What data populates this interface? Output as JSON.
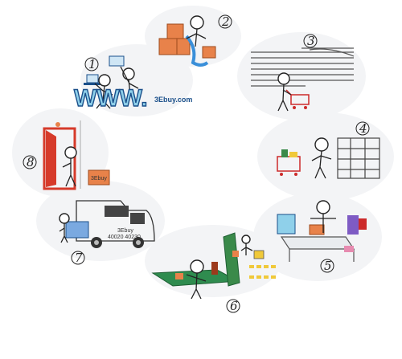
{
  "steps": [
    {
      "number": "1",
      "name": "online order",
      "caption": "WWW.",
      "domain": "3Ebuy.com"
    },
    {
      "number": "2",
      "name": "supplier packing"
    },
    {
      "number": "3",
      "name": "warehouse picking"
    },
    {
      "number": "4",
      "name": "shelving"
    },
    {
      "number": "5",
      "name": "packing station"
    },
    {
      "number": "6",
      "name": "sorting conveyor"
    },
    {
      "number": "7",
      "name": "delivery truck",
      "truck_logo": "3Ebuy",
      "truck_phone": "40020 40230"
    },
    {
      "number": "8",
      "name": "doorstep delivery",
      "box_label": "3Ebuy"
    }
  ],
  "colors": {
    "box_orange": "#e8824a",
    "cart_red": "#cc2a2a",
    "door_red": "#d63a2a",
    "belt_green": "#2f8c4f",
    "conveyor_green": "#3a8a4a",
    "sky_blue": "#8fd0ea",
    "dark_blue": "#1a4f8a",
    "purple": "#7e5bc4",
    "yellow": "#f0c93a"
  },
  "icons": [
    "computer-icon",
    "box-icon",
    "cart-icon",
    "shelf-icon",
    "truck-icon",
    "door-icon",
    "conveyor-icon"
  ]
}
